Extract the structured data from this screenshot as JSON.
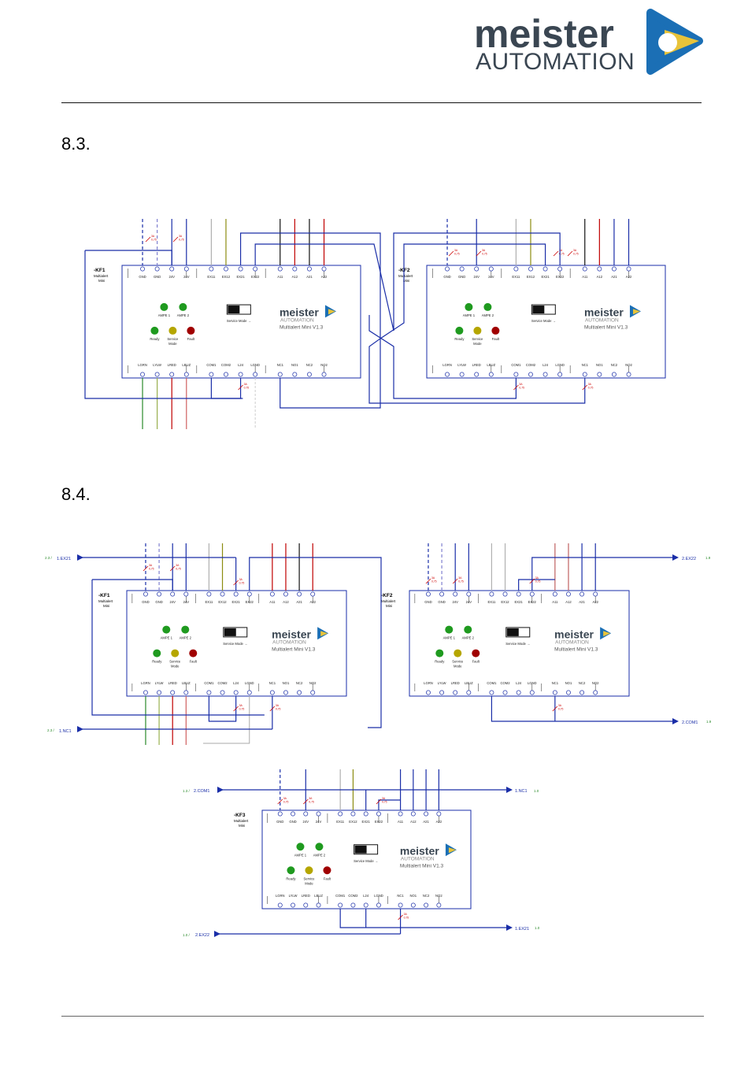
{
  "logo": {
    "brand_top": "meister",
    "brand_bottom": "AUTOMATION"
  },
  "sections": {
    "s83": "8.3.",
    "s84": "8.4."
  },
  "module": {
    "brand_top": "meister",
    "brand_bottom": "AUTOMATION",
    "product": "Multialert Mini V1.3",
    "subtitle": "Multialert Mini",
    "top_terminals": [
      "GND",
      "GND",
      "24V",
      "24V",
      "EX11",
      "EX12",
      "EX21",
      "EX22",
      "A11",
      "A12",
      "A21",
      "A22"
    ],
    "bottom_terminals": [
      "LGRN",
      "LYLW",
      "LRED",
      "LBUZ",
      "COM1",
      "COM2",
      "L24",
      "LGND",
      "NC1",
      "NO1",
      "NC2",
      "NO2"
    ],
    "leds": {
      "ampe1": "AMPE 1",
      "ampe2": "AMPE 2",
      "ready": "Ready",
      "service": "Service",
      "mode": "Mode",
      "fault": "Fault"
    },
    "service_mode": "Service Mode →",
    "colors": {
      "green": "#1f9a1f",
      "yellow": "#b5a600",
      "red": "#a00000",
      "wire_blue": "#1a2ea8",
      "wire_red": "#c00000",
      "wire_green": "#2a8a2a",
      "wire_olive": "#8c8c10",
      "wire_black": "#111111"
    }
  },
  "diagram83": {
    "kf1": "-KF1",
    "kf2": "-KF2"
  },
  "diagram84": {
    "kf1": "-KF1",
    "kf2": "-KF2",
    "kf3": "-KF3",
    "ref_ex21_in": "1.EX21",
    "ref_nc1_in": "1.NC1",
    "ref_ex22_out": "2.EX22",
    "ref_com1_out": "2.COM1",
    "ref_com1_in": "2.COM1",
    "ref_nc1_out": "1.NC1",
    "ref_ex22_in": "2.EX22",
    "ref_ex21_out": "1.EX21",
    "page_refs": {
      "p23": "2.3 /",
      "p19": "1.9",
      "p10": "1.0",
      "p13": "1.3 /",
      "p10s": "1.0 /"
    }
  }
}
